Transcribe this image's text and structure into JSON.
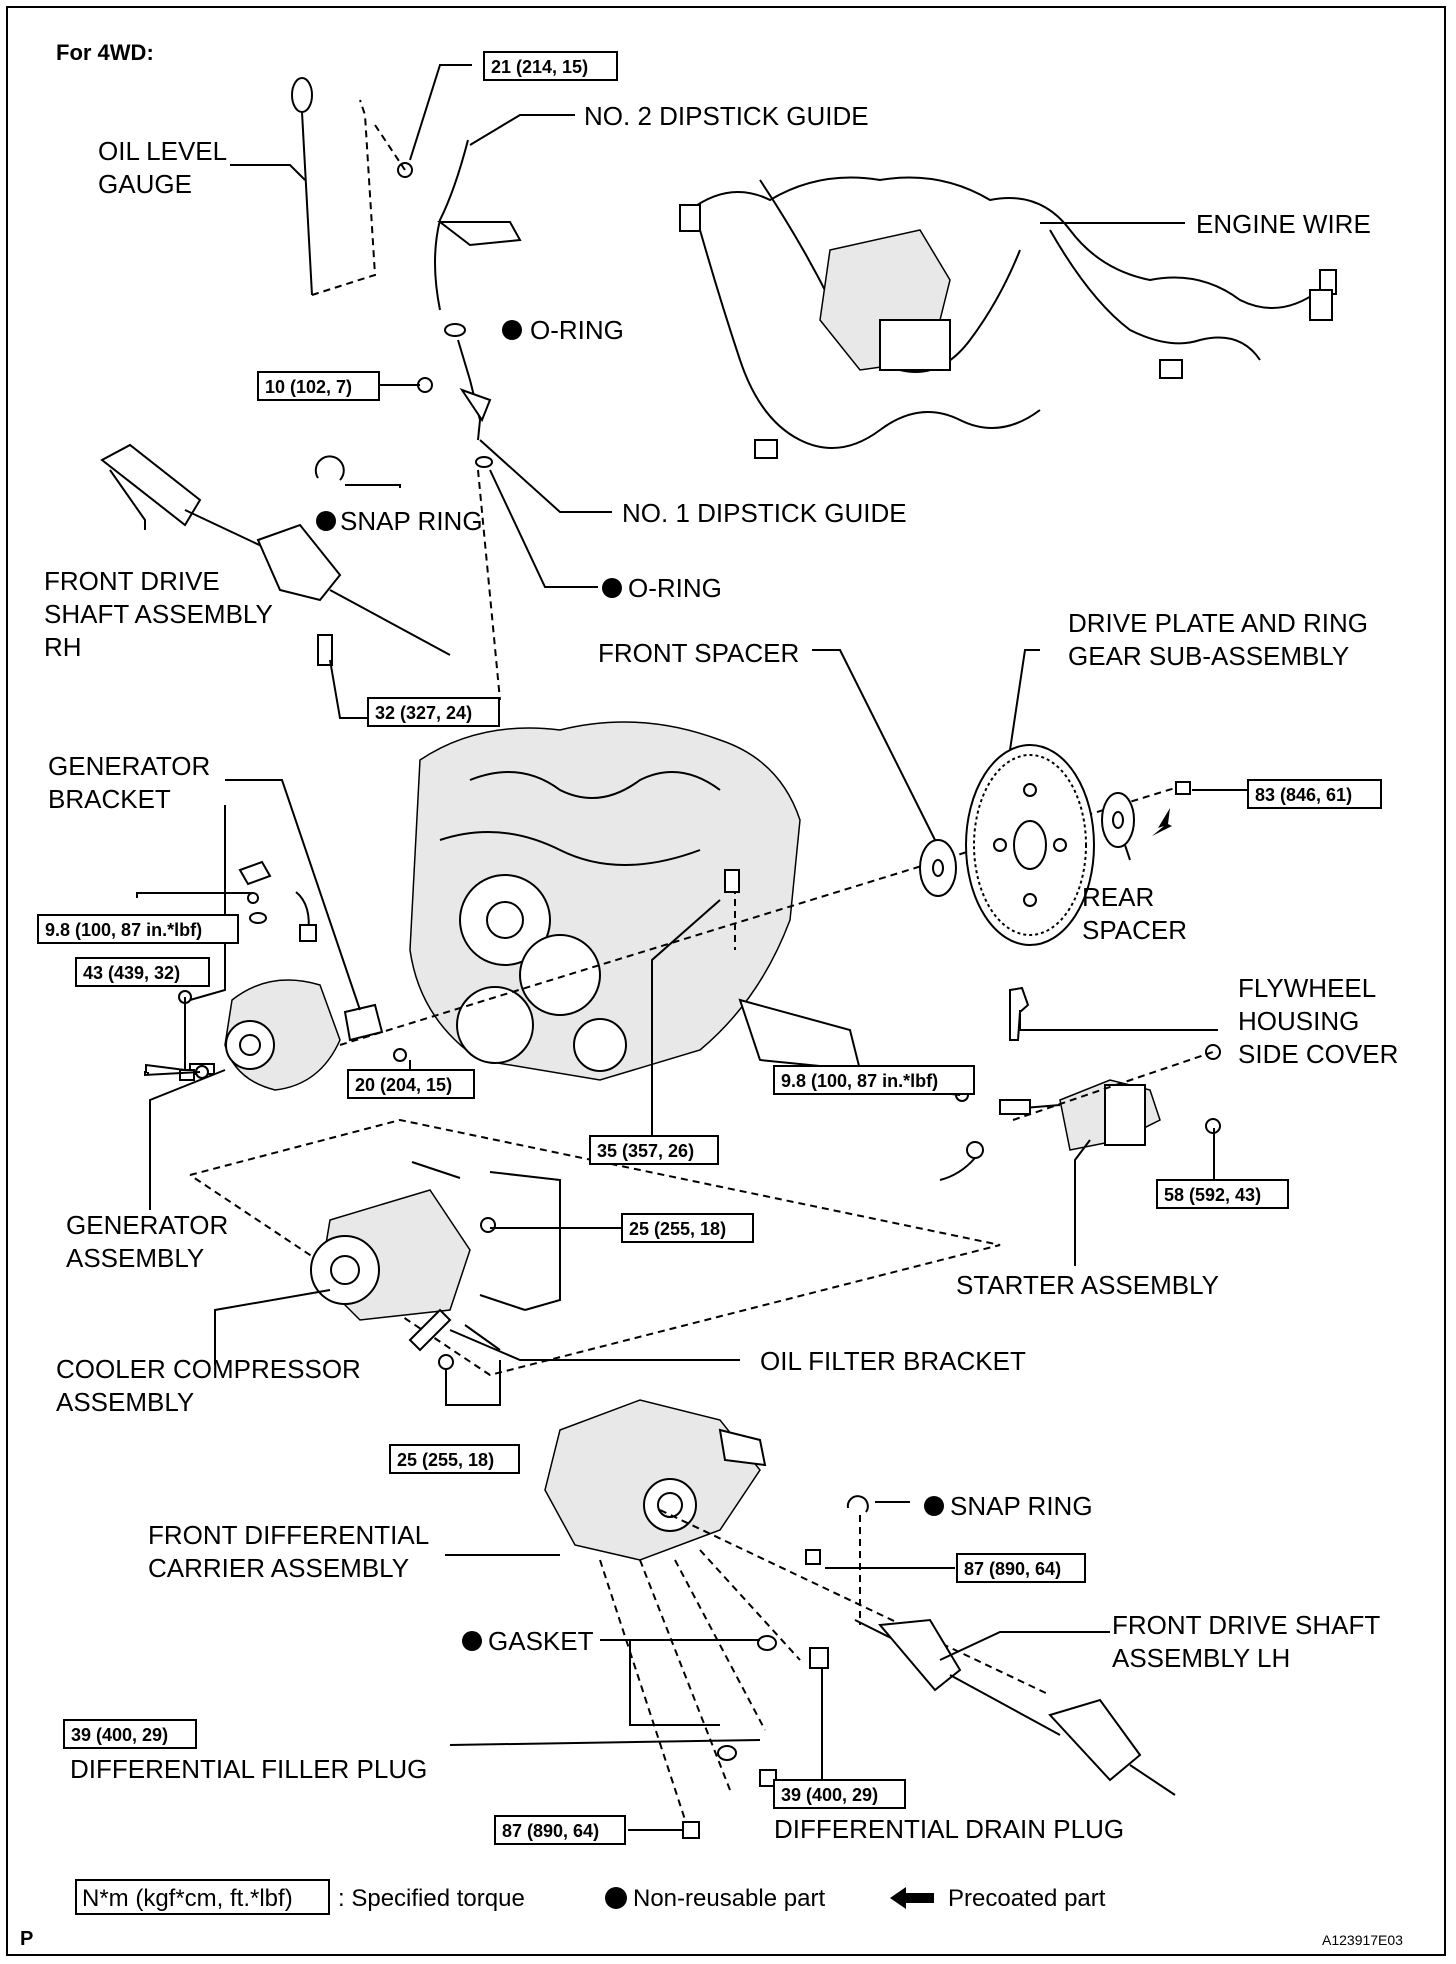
{
  "header": "For 4WD:",
  "labels": {
    "oil_level_gauge": [
      "OIL LEVEL",
      "GAUGE"
    ],
    "no2_dipstick_guide": "NO. 2 DIPSTICK GUIDE",
    "oring_1": "O-RING",
    "engine_wire": "ENGINE WIRE",
    "no1_dipstick_guide": "NO. 1 DIPSTICK GUIDE",
    "snap_ring_1": "SNAP RING",
    "oring_2": "O-RING",
    "front_drive_shaft_rh": [
      "FRONT DRIVE",
      "SHAFT ASSEMBLY",
      "RH"
    ],
    "front_spacer": "FRONT SPACER",
    "drive_plate": [
      "DRIVE PLATE AND RING",
      "GEAR SUB-ASSEMBLY"
    ],
    "generator_bracket": [
      "GENERATOR",
      "BRACKET"
    ],
    "rear_spacer": [
      "REAR",
      "SPACER"
    ],
    "flywheel_cover": [
      "FLYWHEEL",
      "HOUSING",
      "SIDE COVER"
    ],
    "generator_assembly": [
      "GENERATOR",
      "ASSEMBLY"
    ],
    "starter_assembly": "STARTER ASSEMBLY",
    "cooler_compressor": [
      "COOLER COMPRESSOR",
      "ASSEMBLY"
    ],
    "oil_filter_bracket": "OIL FILTER BRACKET",
    "snap_ring_2": "SNAP RING",
    "front_diff_carrier": [
      "FRONT DIFFERENTIAL",
      "CARRIER ASSEMBLY"
    ],
    "front_drive_shaft_lh": [
      "FRONT DRIVE SHAFT",
      "ASSEMBLY LH"
    ],
    "gasket": "GASKET",
    "diff_filler_plug": "DIFFERENTIAL FILLER PLUG",
    "diff_drain_plug": "DIFFERENTIAL DRAIN PLUG"
  },
  "torques": {
    "t_21": "21 (214, 15)",
    "t_10": "10 (102, 7)",
    "t_32": "32 (327, 24)",
    "t_83": "83 (846, 61)",
    "t_98a": "9.8 (100, 87 in.*lbf)",
    "t_43": "43 (439, 32)",
    "t_20": "20 (204, 15)",
    "t_35": "35 (357, 26)",
    "t_98b": "9.8 (100, 87 in.*lbf)",
    "t_58": "58 (592, 43)",
    "t_25a": "25 (255, 18)",
    "t_25b": "25 (255, 18)",
    "t_87a": "87 (890, 64)",
    "t_39a": "39 (400, 29)",
    "t_39b": "39 (400, 29)",
    "t_87b": "87 (890, 64)"
  },
  "legend": {
    "unit_box": "N*m (kgf*cm, ft.*lbf)",
    "specified_torque": ": Specified torque",
    "non_reusable": "Non-reusable part",
    "precoated": "Precoated part"
  },
  "footer": {
    "page_mark": "P",
    "figure_code": "A123917E03"
  }
}
